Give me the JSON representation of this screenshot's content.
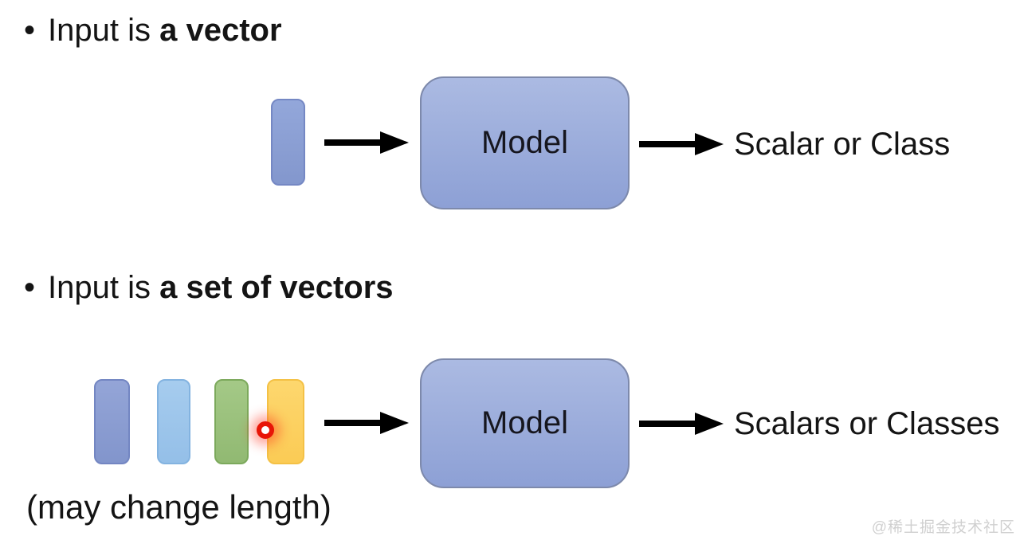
{
  "bullets": [
    {
      "marker": "•",
      "prefix": "Input is ",
      "emphasis": "a vector"
    },
    {
      "marker": "•",
      "prefix": "Input is ",
      "emphasis": "a set of vectors"
    }
  ],
  "diagram_single": {
    "model_label": "Model",
    "output_label": "Scalar or Class",
    "vector": {
      "name": "vector-blue",
      "fill_top": "#93a7da",
      "fill_bottom": "#8397cd",
      "border": "#7588c4"
    }
  },
  "diagram_set": {
    "model_label": "Model",
    "output_label": "Scalars or Classes",
    "note": "(may change length)",
    "vectors": [
      {
        "name": "vector-purple-blue",
        "fill_top": "#94a5d7",
        "fill_bottom": "#8295cc",
        "border": "#7386c2"
      },
      {
        "name": "vector-light-blue",
        "fill_top": "#a6ccee",
        "fill_bottom": "#94bfe8",
        "border": "#83b3e0"
      },
      {
        "name": "vector-green",
        "fill_top": "#a4c987",
        "fill_bottom": "#91b972",
        "border": "#7ca95c"
      },
      {
        "name": "vector-yellow",
        "fill_top": "#fdd76e",
        "fill_bottom": "#fbcb55",
        "border": "#f4c145"
      }
    ],
    "laser_pointer": {
      "ring_color": "#e81507",
      "glow_color": "rgba(255,45,25,0.42)"
    }
  },
  "model_box_style": {
    "fill_top": "#abbae2",
    "fill_bottom": "#8da0d5",
    "border": "#7d89ab"
  },
  "arrow_color": "#000000",
  "text_color": "#141414",
  "watermark": "@稀土掘金技术社区"
}
